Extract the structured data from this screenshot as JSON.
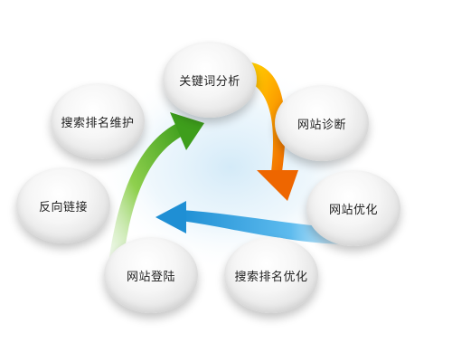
{
  "diagram": {
    "nodes": [
      {
        "id": "keyword",
        "label": "关键词分析"
      },
      {
        "id": "diag",
        "label": "网站诊断"
      },
      {
        "id": "optimize",
        "label": "网站优化"
      },
      {
        "id": "rankopt",
        "label": "搜索排名优化"
      },
      {
        "id": "login",
        "label": "网站登陆"
      },
      {
        "id": "backlink",
        "label": "反向链接"
      },
      {
        "id": "maint",
        "label": "搜索排名维护"
      }
    ],
    "arrows": [
      {
        "from": "keyword",
        "to": "optimize",
        "color": "#f5a000"
      },
      {
        "from": "optimize",
        "to": "login",
        "color": "#3aa3e0"
      },
      {
        "from": "login",
        "to": "keyword",
        "color": "#5cb82a"
      }
    ]
  }
}
